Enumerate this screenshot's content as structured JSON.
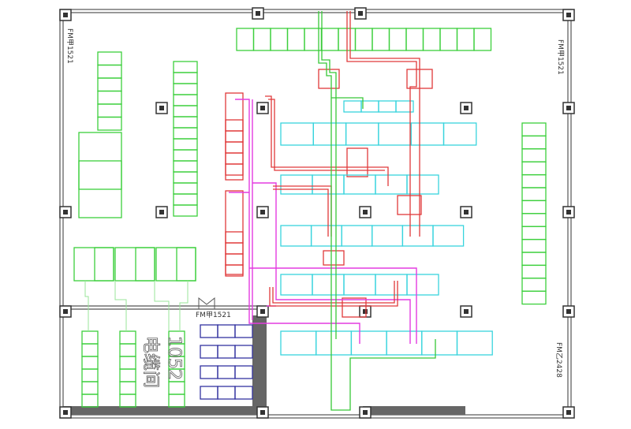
{
  "drawing": {
    "wall_labels": {
      "top_left": "FM甲1521",
      "top_right": "FM甲1521",
      "mid": "FM甲1521",
      "bottom_right": "FM乙2428"
    },
    "room_label": "电缆间",
    "room_number": "1052"
  },
  "colors": {
    "wall": "#555555",
    "equipment_green": "#3ccf3c",
    "equipment_red": "#e0393a",
    "equipment_cyan": "#38d4dd",
    "equipment_blue": "#3434a0",
    "duct_magenta": "#e33be0",
    "pipe_green": "#37c837"
  }
}
